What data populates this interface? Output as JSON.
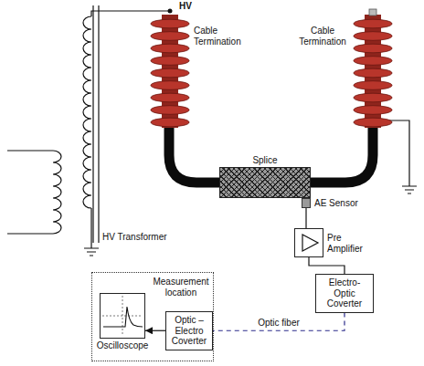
{
  "diagram": {
    "nodes": [
      {
        "text": [
          "Splice"
        ]
      },
      {
        "text": [
          "AE Sensor"
        ]
      },
      {
        "text": [
          "Pre Amplifier"
        ]
      },
      {
        "text": [
          "Electro-Optic Coverter"
        ]
      },
      {
        "text": [
          "Measurement location"
        ]
      },
      {
        "text": [
          "Oscilloscope"
        ],
        "in": 4
      },
      {
        "text": [
          "Optic – Electro Coverter"
        ],
        "in": 4
      }
    ],
    "edges": [
      {
        "from": 1,
        "to": 2,
        "arrow": "none"
      },
      {
        "from": 2,
        "to": 3,
        "arrow": "none"
      },
      {
        "from": 3,
        "to": 6,
        "label": "Optic fiber",
        "arrow": "none"
      },
      {
        "from": 6,
        "to": 5,
        "arrow": "to"
      }
    ],
    "labels": [
      "HV",
      "Cable Termination",
      "Cable Termination",
      "HV Transformer"
    ]
  }
}
